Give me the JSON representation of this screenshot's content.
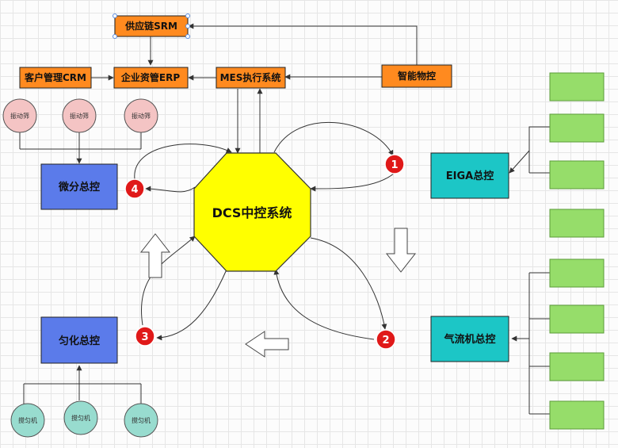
{
  "nodes": {
    "srm": "供应链SRM",
    "crm": "客户管理CRM",
    "erp": "企业资管ERP",
    "mes": "MES执行系统",
    "wms": "智能物控",
    "dcs": "DCS中控系统",
    "micro": "微分总控",
    "eiga": "EIGA总控",
    "uniform": "匀化总控",
    "airflow": "气流机总控"
  },
  "circles": {
    "top": [
      "振动筛",
      "振动筛",
      "振动筛"
    ],
    "bottom": [
      "搅匀机",
      "搅匀机",
      "搅匀机"
    ]
  },
  "badges": [
    "1",
    "2",
    "3",
    "4"
  ],
  "colors": {
    "orange": "#ff8a1f",
    "yellow": "#ffff00",
    "blue": "#5b7bea",
    "teal": "#1cc6c6",
    "green": "#96dd6a",
    "red": "#e01919"
  }
}
